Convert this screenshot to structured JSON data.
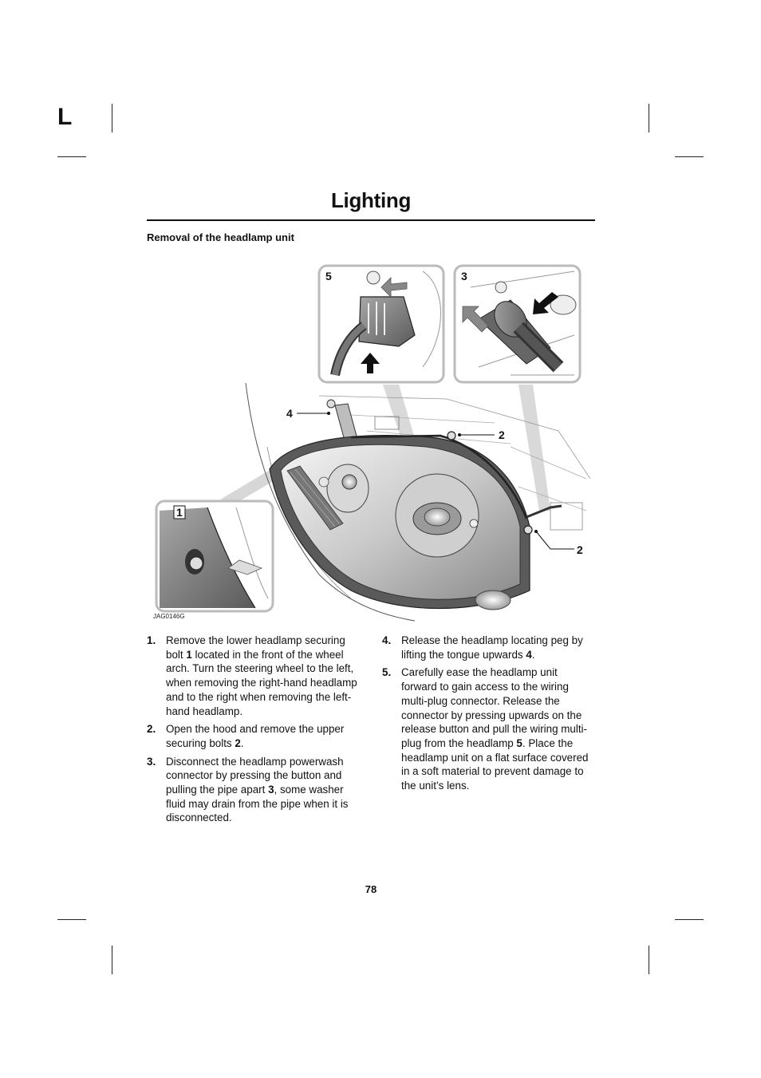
{
  "tab_letter": "L",
  "title": "Lighting",
  "section_heading": "Removal of the headlamp unit",
  "figure": {
    "code": "JAG0146G",
    "callouts": {
      "c1": "1",
      "c2a": "2",
      "c2b": "2",
      "c3": "3",
      "c4": "4",
      "c5": "5"
    }
  },
  "steps": [
    {
      "num": "1.",
      "t1": "Remove the lower headlamp securing bolt ",
      "b1": "1",
      "t2": " located in the front of the wheel arch. Turn the steering wheel to the left, when removing the right-hand headlamp and to the right when removing the left-hand headlamp."
    },
    {
      "num": "2.",
      "t1": "Open the hood and remove the upper securing bolts ",
      "b1": "2",
      "t2": "."
    },
    {
      "num": "3.",
      "t1": "Disconnect the headlamp powerwash connector by pressing the button and pulling the pipe apart ",
      "b1": "3",
      "t2": ", some washer fluid may drain from the pipe when it is disconnected."
    },
    {
      "num": "4.",
      "t1": "Release the headlamp locating peg by lifting the tongue upwards ",
      "b1": "4",
      "t2": "."
    },
    {
      "num": "5.",
      "t1": "Carefully ease the headlamp unit forward to gain access to the wiring multi-plug connector. Release the connector by pressing upwards on the release button and pull the wiring multi-plug from the headlamp ",
      "b1": "5",
      "t2": ". Place the headlamp unit on a flat surface covered in a soft material to prevent damage to the unit’s lens."
    }
  ],
  "page_number": "78"
}
